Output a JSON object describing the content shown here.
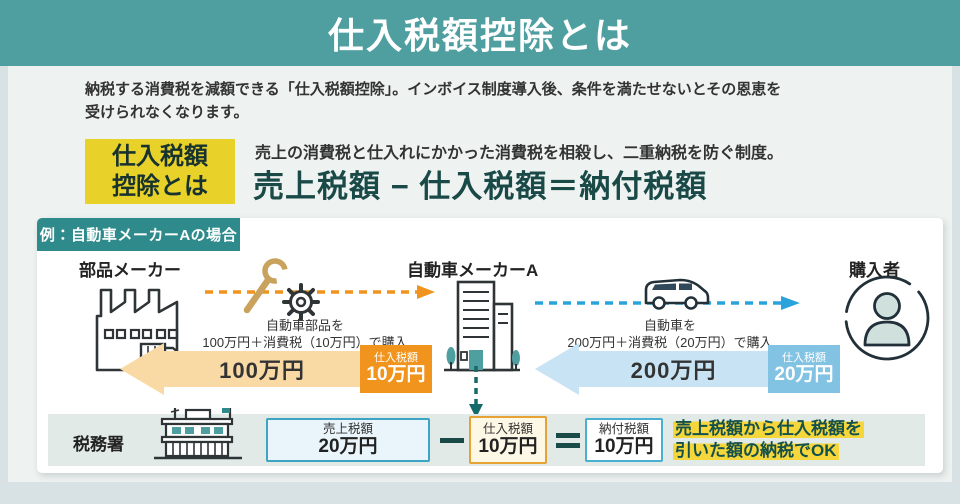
{
  "header": {
    "title": "仕入税額控除とは"
  },
  "intro": {
    "line1": "納税する消費税を減額できる「仕入税額控除」。インボイス制度導入後、条件を満たせないとその恩恵を",
    "line2": "受けられなくなります。"
  },
  "definition": {
    "badge_line1": "仕入税額",
    "badge_line2": "控除とは",
    "description": "売上の消費税と仕入れにかかった消費税を相殺し、二重納税を防ぐ制度。",
    "formula": "売上税額 − 仕入税額＝納付税額"
  },
  "example": {
    "badge": "例：自動車メーカーAの場合",
    "actors": {
      "parts_maker": "部品メーカー",
      "car_maker": "自動車メーカーA",
      "buyer": "購入者",
      "tax_office": "税務署"
    },
    "parts_flow": {
      "note_line1": "自動車部品を",
      "note_line2": "100万円＋消費税（10万円）で購入",
      "amount": "100万円",
      "tax_label": "仕入税額",
      "tax_amount": "10万円"
    },
    "car_flow": {
      "note_line1": "自動車を",
      "note_line2": "200万円＋消費税（20万円）で購入",
      "amount": "200万円",
      "tax_label": "仕入税額",
      "tax_amount": "20万円"
    },
    "settlement": {
      "boxes": [
        {
          "label": "売上税額",
          "amount": "20万円"
        },
        {
          "label": "仕入税額",
          "amount": "10万円"
        },
        {
          "label": "納付税額",
          "amount": "10万円"
        }
      ],
      "minus": "−",
      "equals": "＝",
      "conclusion_line1": "売上税額から仕入税額を",
      "conclusion_line2": "引いた額の納税でOK"
    }
  },
  "icons": {
    "factory-icon": "factory outline with truck",
    "wrench-icon": "tan wrench",
    "gear-icon": "dark gear",
    "office-building-icon": "car maker building",
    "minivan-icon": "car being sold",
    "person-icon": "buyer in circle",
    "tax-office-icon": "tax office building with flag"
  },
  "colors": {
    "header_teal": "#4f9fa0",
    "example_badge_teal": "#2f8b8b",
    "dark_teal_text": "#1a4a47",
    "yellow_badge": "#e8d229",
    "highlight_yellow": "#f6d73b",
    "orange": "#f0941d",
    "orange_light": "#f9d9a4",
    "blue": "#2aa3dc",
    "blue_light": "#c7e3f4",
    "blue_badge": "#82c3e4",
    "page_bg": "#eef2f1",
    "frame_bg": "#d8e2e4",
    "band_bg": "#e2eae8"
  }
}
